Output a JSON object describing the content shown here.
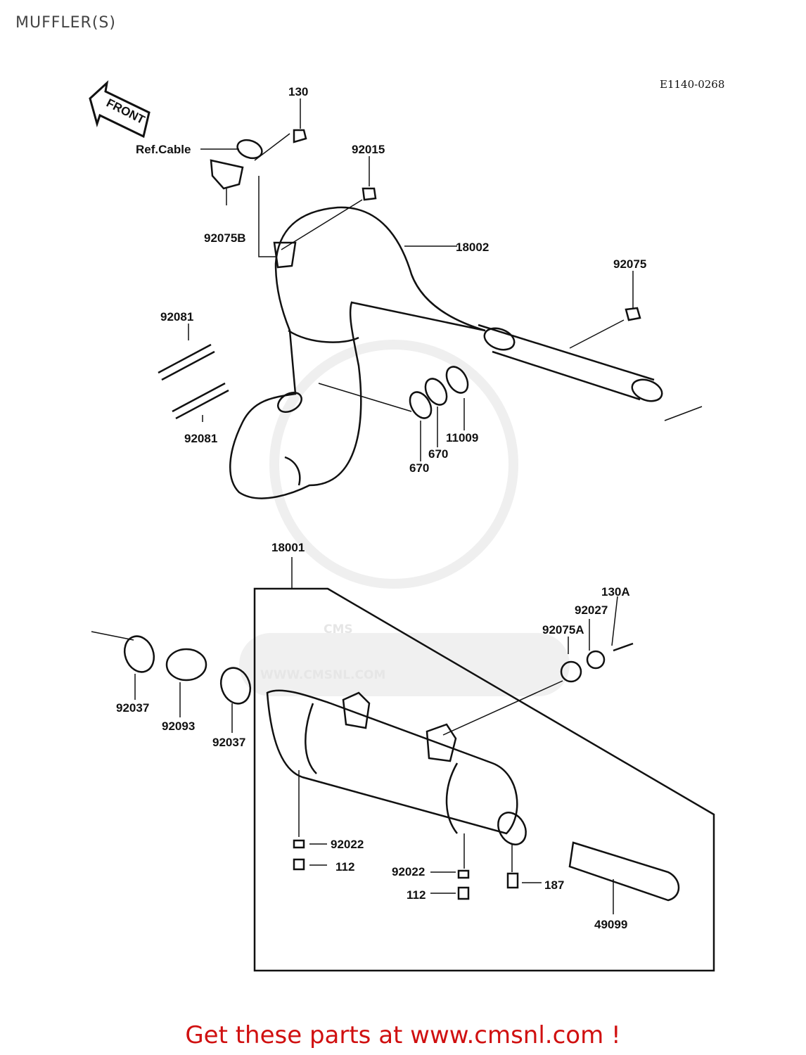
{
  "title": "MUFFLER(S)",
  "diagram_code": "E1140-0268",
  "front_label": "FRONT",
  "watermark": {
    "brand": "CMS",
    "url": "WWW.CMSNL.COM"
  },
  "callouts": {
    "c130": "130",
    "ref_cable": "Ref.Cable",
    "c92015": "92015",
    "c92075b": "92075B",
    "c18002": "18002",
    "c92075": "92075",
    "c92081_top": "92081",
    "c92081_bottom": "92081",
    "c11009": "11009",
    "c670_right": "670",
    "c670_left": "670",
    "c18001": "18001",
    "c130a": "130A",
    "c92027": "92027",
    "c92075a": "92075A",
    "c92037_left": "92037",
    "c92093": "92093",
    "c92037_right": "92037",
    "c92022_left": "92022",
    "c112_left": "112",
    "c92022_right": "92022",
    "c112_right": "112",
    "c187": "187",
    "c49099": "49099"
  },
  "footer_text": "Get these parts at www.cmsnl.com !"
}
